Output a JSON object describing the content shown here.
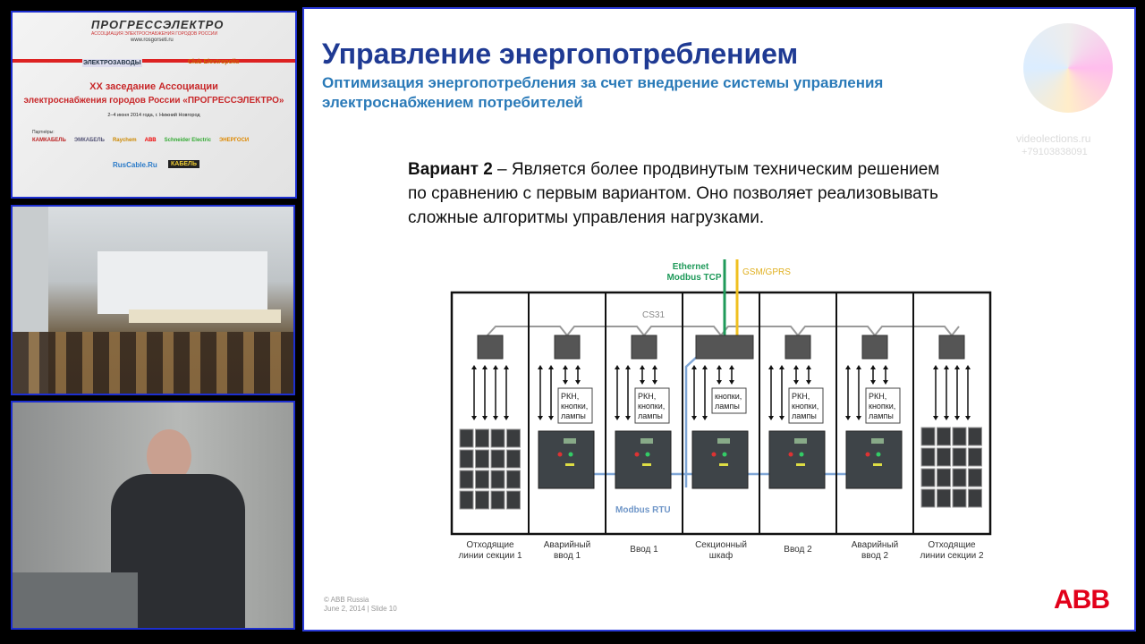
{
  "conference": {
    "logo": "ПРОГРЕССЭЛЕКТРО",
    "subtitle": "АССОЦИАЦИЯ ЭЛЕКТРОСНАБЖЕНИЯ ГОРОДОВ РОССИИ",
    "url": "www.rosgorseti.ru",
    "title_line1": "XX заседание Ассоциации",
    "title_line2": "электроснабжения городов России «ПРОГРЕССЭЛЕКТРО»",
    "dates": "2–4 июня 2014 года, г. Нижний Новгород",
    "partners_label": "Партнёры:",
    "partners": [
      "КАМКАБЕЛЬ",
      "ЭМКАБЕЛЬ",
      "Raychem",
      "ABB",
      "Schneider Electric",
      "ЭНЕРГОСИ"
    ],
    "info_partners": [
      "RusCable.Ru",
      "КАБЕЛЬ"
    ],
    "sponsor": "ЭЛЕКТРОЗАВОДЫ",
    "strategic_partner": "Club Electropolis"
  },
  "watermark": {
    "site": "videolections.ru",
    "phone": "+79103838091"
  },
  "slide": {
    "title": "Управление энергопотреблением",
    "subtitle_line1": "Оптимизация  энергопотребления за счет внедрение системы управления",
    "subtitle_line2": "электроснабжением потребителей",
    "body_bold": "Вариант 2",
    "body_line1": " – Является более продвинутым техническим решением",
    "body_line2": "по сравнению с первым вариантом. Оно позволяет реализовывать",
    "body_line3": "сложные алгоритмы управления нагрузками.",
    "footer_line1": "© ABB Russia",
    "footer_line2": "June 2, 2014 | Slide 10",
    "brand": "ABB",
    "colors": {
      "title": "#1f3a93",
      "subtitle": "#2a7ab8",
      "brand": "#e2001a",
      "ethernet": "#1f9a5a",
      "gsm": "#f0c020",
      "rtu": "#7fa6d6"
    }
  },
  "diagram": {
    "ethernet_line1": "Ethernet",
    "ethernet_line2": "Modbus TCP",
    "gsm": "GSM/GPRS",
    "cs31": "CS31",
    "modbus_rtu": "Modbus RTU",
    "columns": [
      {
        "type": "feeder",
        "label1": "Отходящие",
        "label2": "линии секции 1"
      },
      {
        "type": "acb",
        "box": [
          "РКН,",
          "кнопки,",
          "лампы"
        ],
        "label1": "Аварийный",
        "label2": "ввод 1"
      },
      {
        "type": "acb",
        "box": [
          "РКН,",
          "кнопки,",
          "лампы"
        ],
        "label1": "Ввод 1",
        "label2": ""
      },
      {
        "type": "main",
        "box": [
          "кнопки,",
          "лампы"
        ],
        "label1": "Секционный",
        "label2": "шкаф"
      },
      {
        "type": "acb",
        "box": [
          "РКН,",
          "кнопки,",
          "лампы"
        ],
        "label1": "Ввод 2",
        "label2": ""
      },
      {
        "type": "acb",
        "box": [
          "РКН,",
          "кнопки,",
          "лампы"
        ],
        "label1": "Аварийный",
        "label2": "ввод 2"
      },
      {
        "type": "feeder",
        "label1": "Отходящие",
        "label2": "линии секции 2"
      }
    ]
  }
}
